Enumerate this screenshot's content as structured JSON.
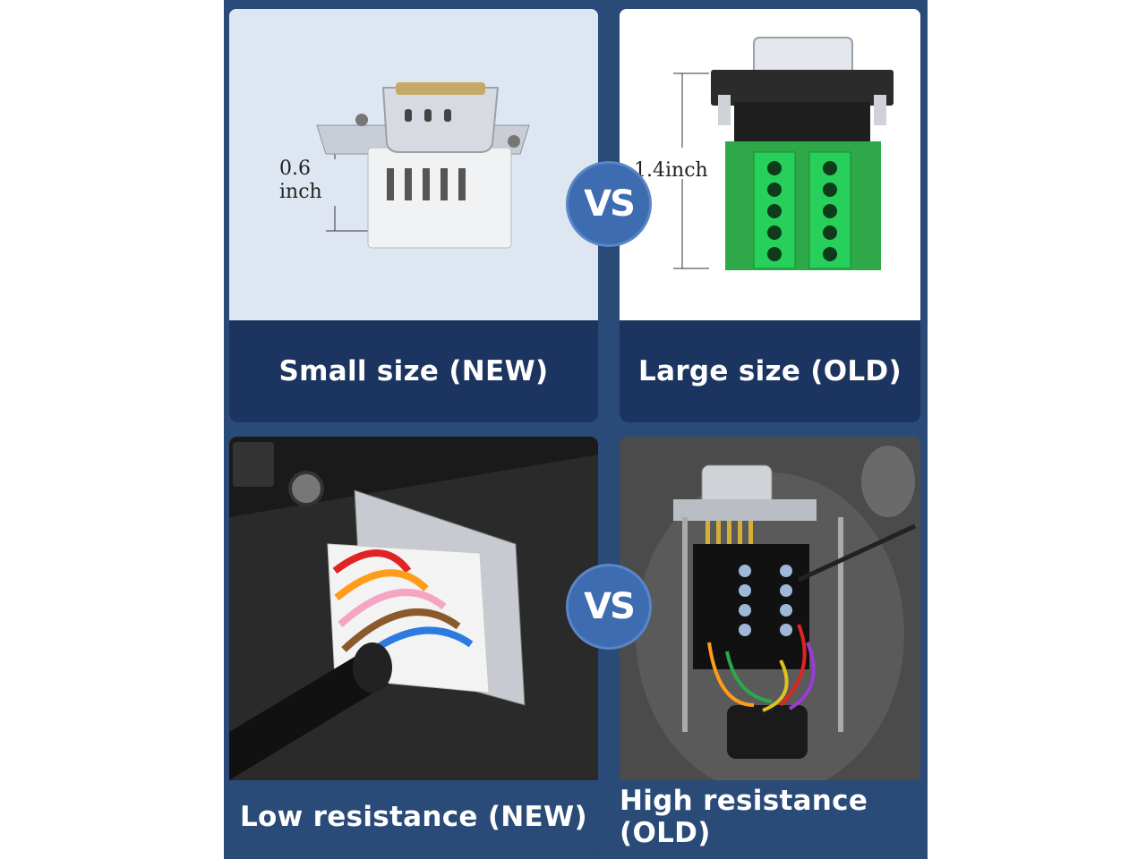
{
  "cards": {
    "top_left": {
      "caption": "Small size (NEW)",
      "dimension_line1": "0.6",
      "dimension_line2": "inch"
    },
    "top_right": {
      "caption": "Large size (OLD)",
      "dimension": "1.4inch"
    },
    "bottom_left": {
      "caption": "Low resistance (NEW)"
    },
    "bottom_right": {
      "caption": "High resistance (OLD)"
    }
  },
  "vs_top": "VS",
  "vs_bottom": "VS",
  "colors": {
    "panel_bg": "#2a4a78",
    "caption_bg": "#1c3560",
    "vs_badge": "#3e6cb0"
  }
}
